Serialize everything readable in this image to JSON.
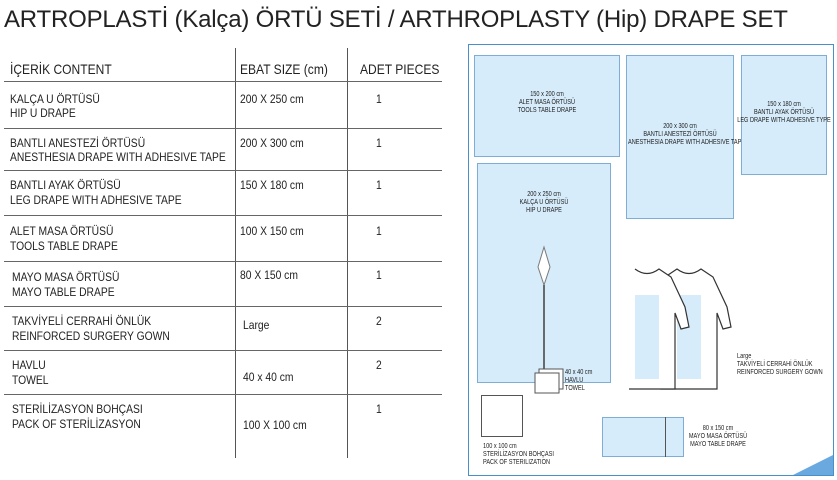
{
  "title": "ARTROPLASTİ (Kalça)  ÖRTÜ SETİ / ARTHROPLASTY (Hip)  DRAPE SET",
  "table": {
    "headers": {
      "content": "İÇERİK CONTENT",
      "size": "EBAT SIZE (cm)",
      "pieces": "ADET PIECES"
    },
    "rows": [
      {
        "tr": "KALÇA U ÖRTÜSÜ",
        "en": "HIP U DRAPE",
        "size": "200 X 250 cm",
        "pieces": "1"
      },
      {
        "tr": "BANTLI ANESTEZİ ÖRTÜSÜ",
        "en": "ANESTHESIA DRAPE WITH ADHESIVE TAPE",
        "size": "200 X 300 cm",
        "pieces": "1"
      },
      {
        "tr": "BANTLI AYAK ÖRTÜSÜ",
        "en": "LEG DRAPE WITH ADHESIVE TAPE",
        "size": "150 X 180 cm",
        "pieces": "1"
      },
      {
        "tr": "ALET MASA ÖRTÜSÜ",
        "en": "TOOLS TABLE DRAPE",
        "size": "100 X 150 cm",
        "pieces": "1"
      },
      {
        "tr": "MAYO MASA ÖRTÜSÜ",
        "en": "MAYO TABLE DRAPE",
        "size": "80 X 150 cm",
        "pieces": "1"
      },
      {
        "tr": "TAKVİYELİ CERRAHİ ÖNLÜK",
        "en": "REINFORCED SURGERY GOWN",
        "size": "Large",
        "pieces": "2"
      },
      {
        "tr": "HAVLU",
        "en": "TOWEL",
        "size": "40 x 40 cm",
        "pieces": "2"
      },
      {
        "tr": "STERİLİZASYON BOHÇASI",
        "en": "PACK OF STERİLİZASYON",
        "size": "100 X 100 cm",
        "pieces": "1"
      }
    ]
  },
  "diagram": {
    "tools": [
      "150 x 200 cm",
      "ALET MASA ÖRTÜSÜ",
      "TOOLS TABLE DRAPE"
    ],
    "anesthesia": [
      "200 x 300 cm",
      "BANTLI ANESTEZİ ÖRTÜSÜ",
      "ANESTHESIA DRAPE WITH ADHESIVE TAPE"
    ],
    "leg": [
      "150 x 180 cm",
      "BANTLI AYAK ÖRTÜSÜ",
      "LEG DRAPE WITH ADHESIVE TYPE"
    ],
    "hip": [
      "200 x 250 cm",
      "KALÇA U ÖRTÜSÜ",
      "HIP U DRAPE"
    ],
    "gown": [
      "Large",
      "TAKVİYELİ CERRAHİ ÖNLÜK",
      "REINFORCED SURGERY GOWN"
    ],
    "towel": [
      "40 x 40 cm",
      "HAVLU",
      "TOWEL"
    ],
    "pack": [
      "100 x 100 cm",
      "STERİLİZASYON BOHÇASI",
      "PACK OF STERILIZATION"
    ],
    "mayo": [
      "80 x 150 cm",
      "MAYO MASA ÖRTÜSÜ",
      "MAYO TABLE DRAPE"
    ],
    "colors": {
      "drape_fill": "#d6ecfb",
      "drape_border": "#7eaed6",
      "frame": "#4a90c8",
      "corner": "#6aa8e0"
    }
  }
}
